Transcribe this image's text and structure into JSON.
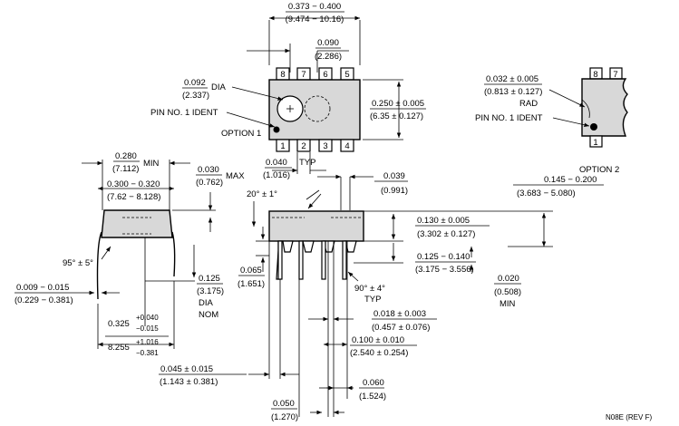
{
  "colors": {
    "ink": "#000000",
    "background": "#ffffff",
    "package_fill": "#d8d8d8"
  },
  "top": {
    "width_in": "0.373 − 0.400",
    "width_mm": "(9.474 − 10.16)",
    "pin_pitch_offset_in": "0.090",
    "pin_pitch_offset_mm": "(2.286)",
    "dia_in": "0.092",
    "dia_mm": "(2.337)",
    "dia_label": "DIA",
    "pin1_ident": "PIN NO. 1 IDENT",
    "option1": "OPTION 1",
    "height_in": "0.250 ± 0.005",
    "height_mm": "(6.35 ± 0.127)",
    "pin_width_in": "0.040",
    "pin_width_mm": "(1.016)",
    "typ": "TYP",
    "pins_top": [
      "8",
      "7",
      "6",
      "5"
    ],
    "pins_bottom": [
      "1",
      "2",
      "3",
      "4"
    ]
  },
  "option2": {
    "rad_in": "0.032 ± 0.005",
    "rad_mm": "(0.813 ± 0.127)",
    "rad_label": "RAD",
    "pin1_ident": "PIN NO. 1 IDENT",
    "label": "OPTION 2",
    "pins_top": [
      "8",
      "7"
    ],
    "pins_bottom": [
      "1"
    ]
  },
  "side": {
    "min_width_in": "0.280",
    "min_width_mm": "(7.112)",
    "min_label": "MIN",
    "row_spacing_in": "0.300 − 0.320",
    "row_spacing_mm": "(7.62 − 8.128)",
    "max_in": "0.030",
    "max_mm": "(0.762)",
    "max_label": "MAX",
    "angle": "95° ± 5°",
    "lead_thk_in": "0.009 − 0.015",
    "lead_thk_mm": "(0.229 − 0.381)",
    "lead_dia_in": "0.125",
    "lead_dia_mm": "(3.175)",
    "dia_label": "DIA",
    "nom_label": "NOM",
    "spread_in": "0.325",
    "spread_in_tol_plus": "+0.040",
    "spread_in_tol_minus": "−0.015",
    "spread_mm": "8.255",
    "spread_mm_tol_plus": "+1.016",
    "spread_mm_tol_minus": "−0.381"
  },
  "front": {
    "chamfer": "20° ± 1°",
    "shoulder_in": "0.039",
    "shoulder_mm": "(0.991)",
    "total_h_in": "0.145 − 0.200",
    "total_h_mm": "(3.683 − 5.080)",
    "body_h_in": "0.130 ± 0.005",
    "body_h_mm": "(3.302 ± 0.127)",
    "lead_len_in": "0.125 − 0.140",
    "lead_len_mm": "(3.175 − 3.556)",
    "standoff_in": "0.065",
    "standoff_mm": "(1.651)",
    "angle_typ": "90° ± 4°",
    "typ": "TYP",
    "min_in": "0.020",
    "min_mm": "(0.508)",
    "min_label": "MIN",
    "lead_w_in": "0.018 ± 0.003",
    "lead_w_mm": "(0.457 ± 0.076)",
    "pitch_in": "0.100 ± 0.010",
    "pitch_mm": "(2.540 ± 0.254)",
    "end_in": "0.045 ± 0.015",
    "end_mm": "(1.143 ± 0.381)",
    "shoulder_w_in": "0.060",
    "shoulder_w_mm": "(1.524)",
    "half_pitch_in": "0.050",
    "half_pitch_mm": "(1.270)"
  },
  "drawing_code": "N08E (REV F)"
}
